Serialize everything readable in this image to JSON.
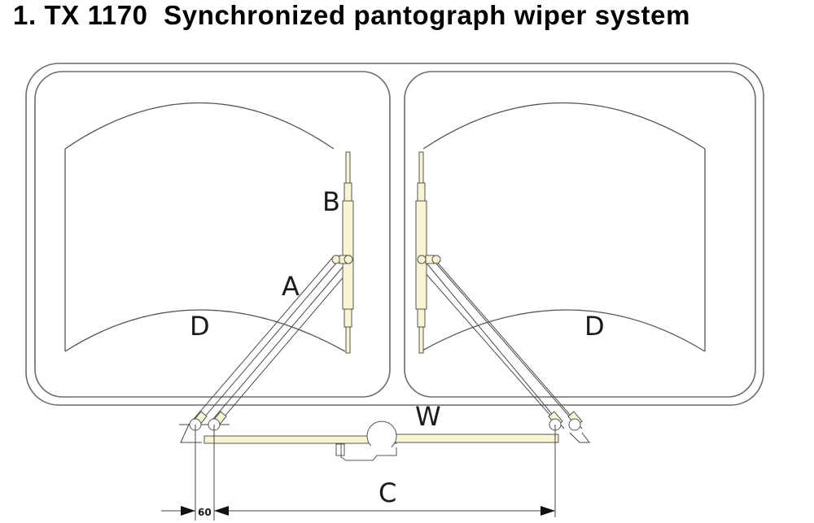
{
  "title": "1. TX 1170  Synchronized pantograph wiper system",
  "labels": {
    "wiper_arm": "A",
    "wiper_blade": "B",
    "center_distance": "C",
    "wiped_area_left": "D",
    "wiped_area_right": "D",
    "linkage": "W",
    "offset_dimension": "60"
  },
  "colors": {
    "component_fill": "#f7f4d2",
    "line": "#555555"
  }
}
